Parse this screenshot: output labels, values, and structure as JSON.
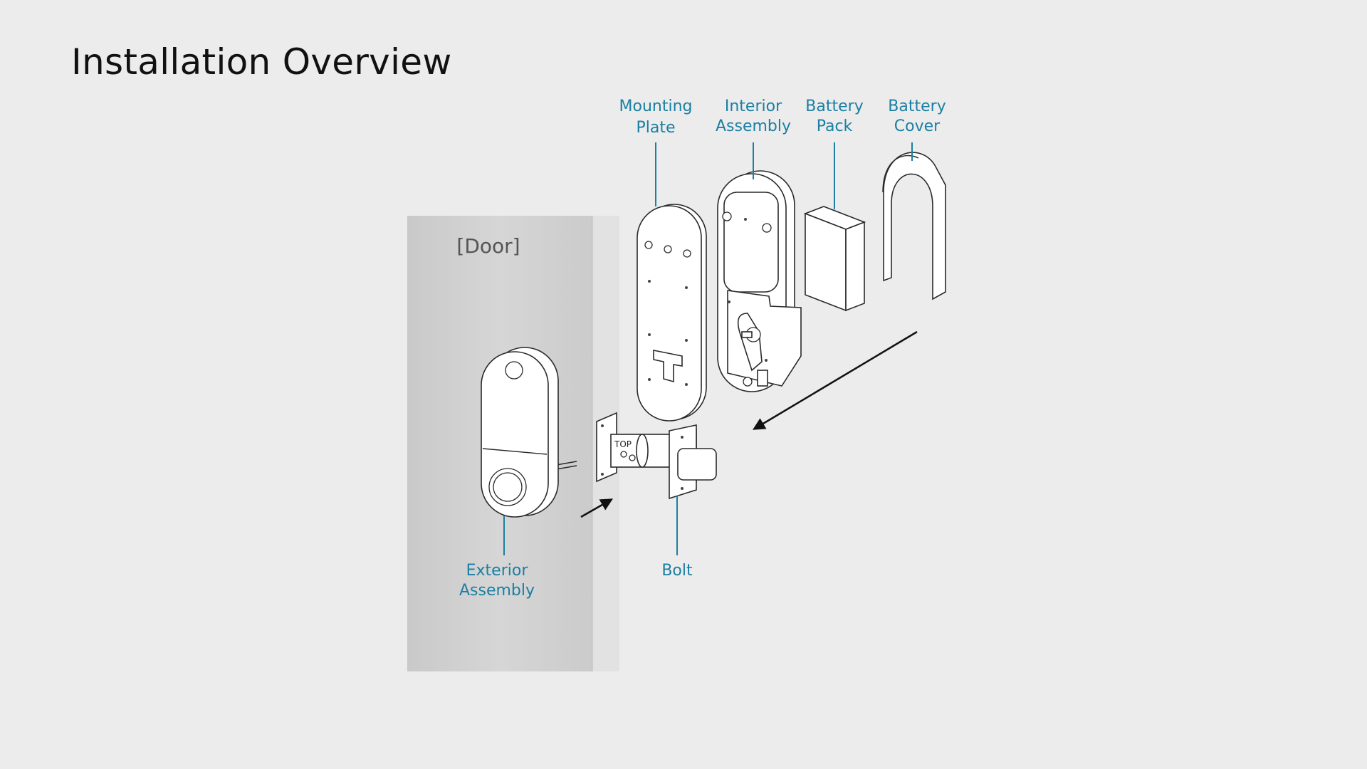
{
  "title": "Installation Overview",
  "door_label": "[Door]",
  "top_marking": "TOP",
  "labels": {
    "mounting_plate": [
      "Mounting",
      "Plate"
    ],
    "interior_assembly": [
      "Interior",
      "Assembly"
    ],
    "battery_pack": [
      "Battery",
      "Pack"
    ],
    "battery_cover": [
      "Battery",
      "Cover"
    ],
    "exterior_assembly": [
      "Exterior",
      "Assembly"
    ],
    "bolt": [
      "Bolt"
    ]
  },
  "colors": {
    "background": "#ececec",
    "callout": "#1a7fa3",
    "door": "#d2d2d2",
    "door_edge": "#e2e2e2"
  }
}
